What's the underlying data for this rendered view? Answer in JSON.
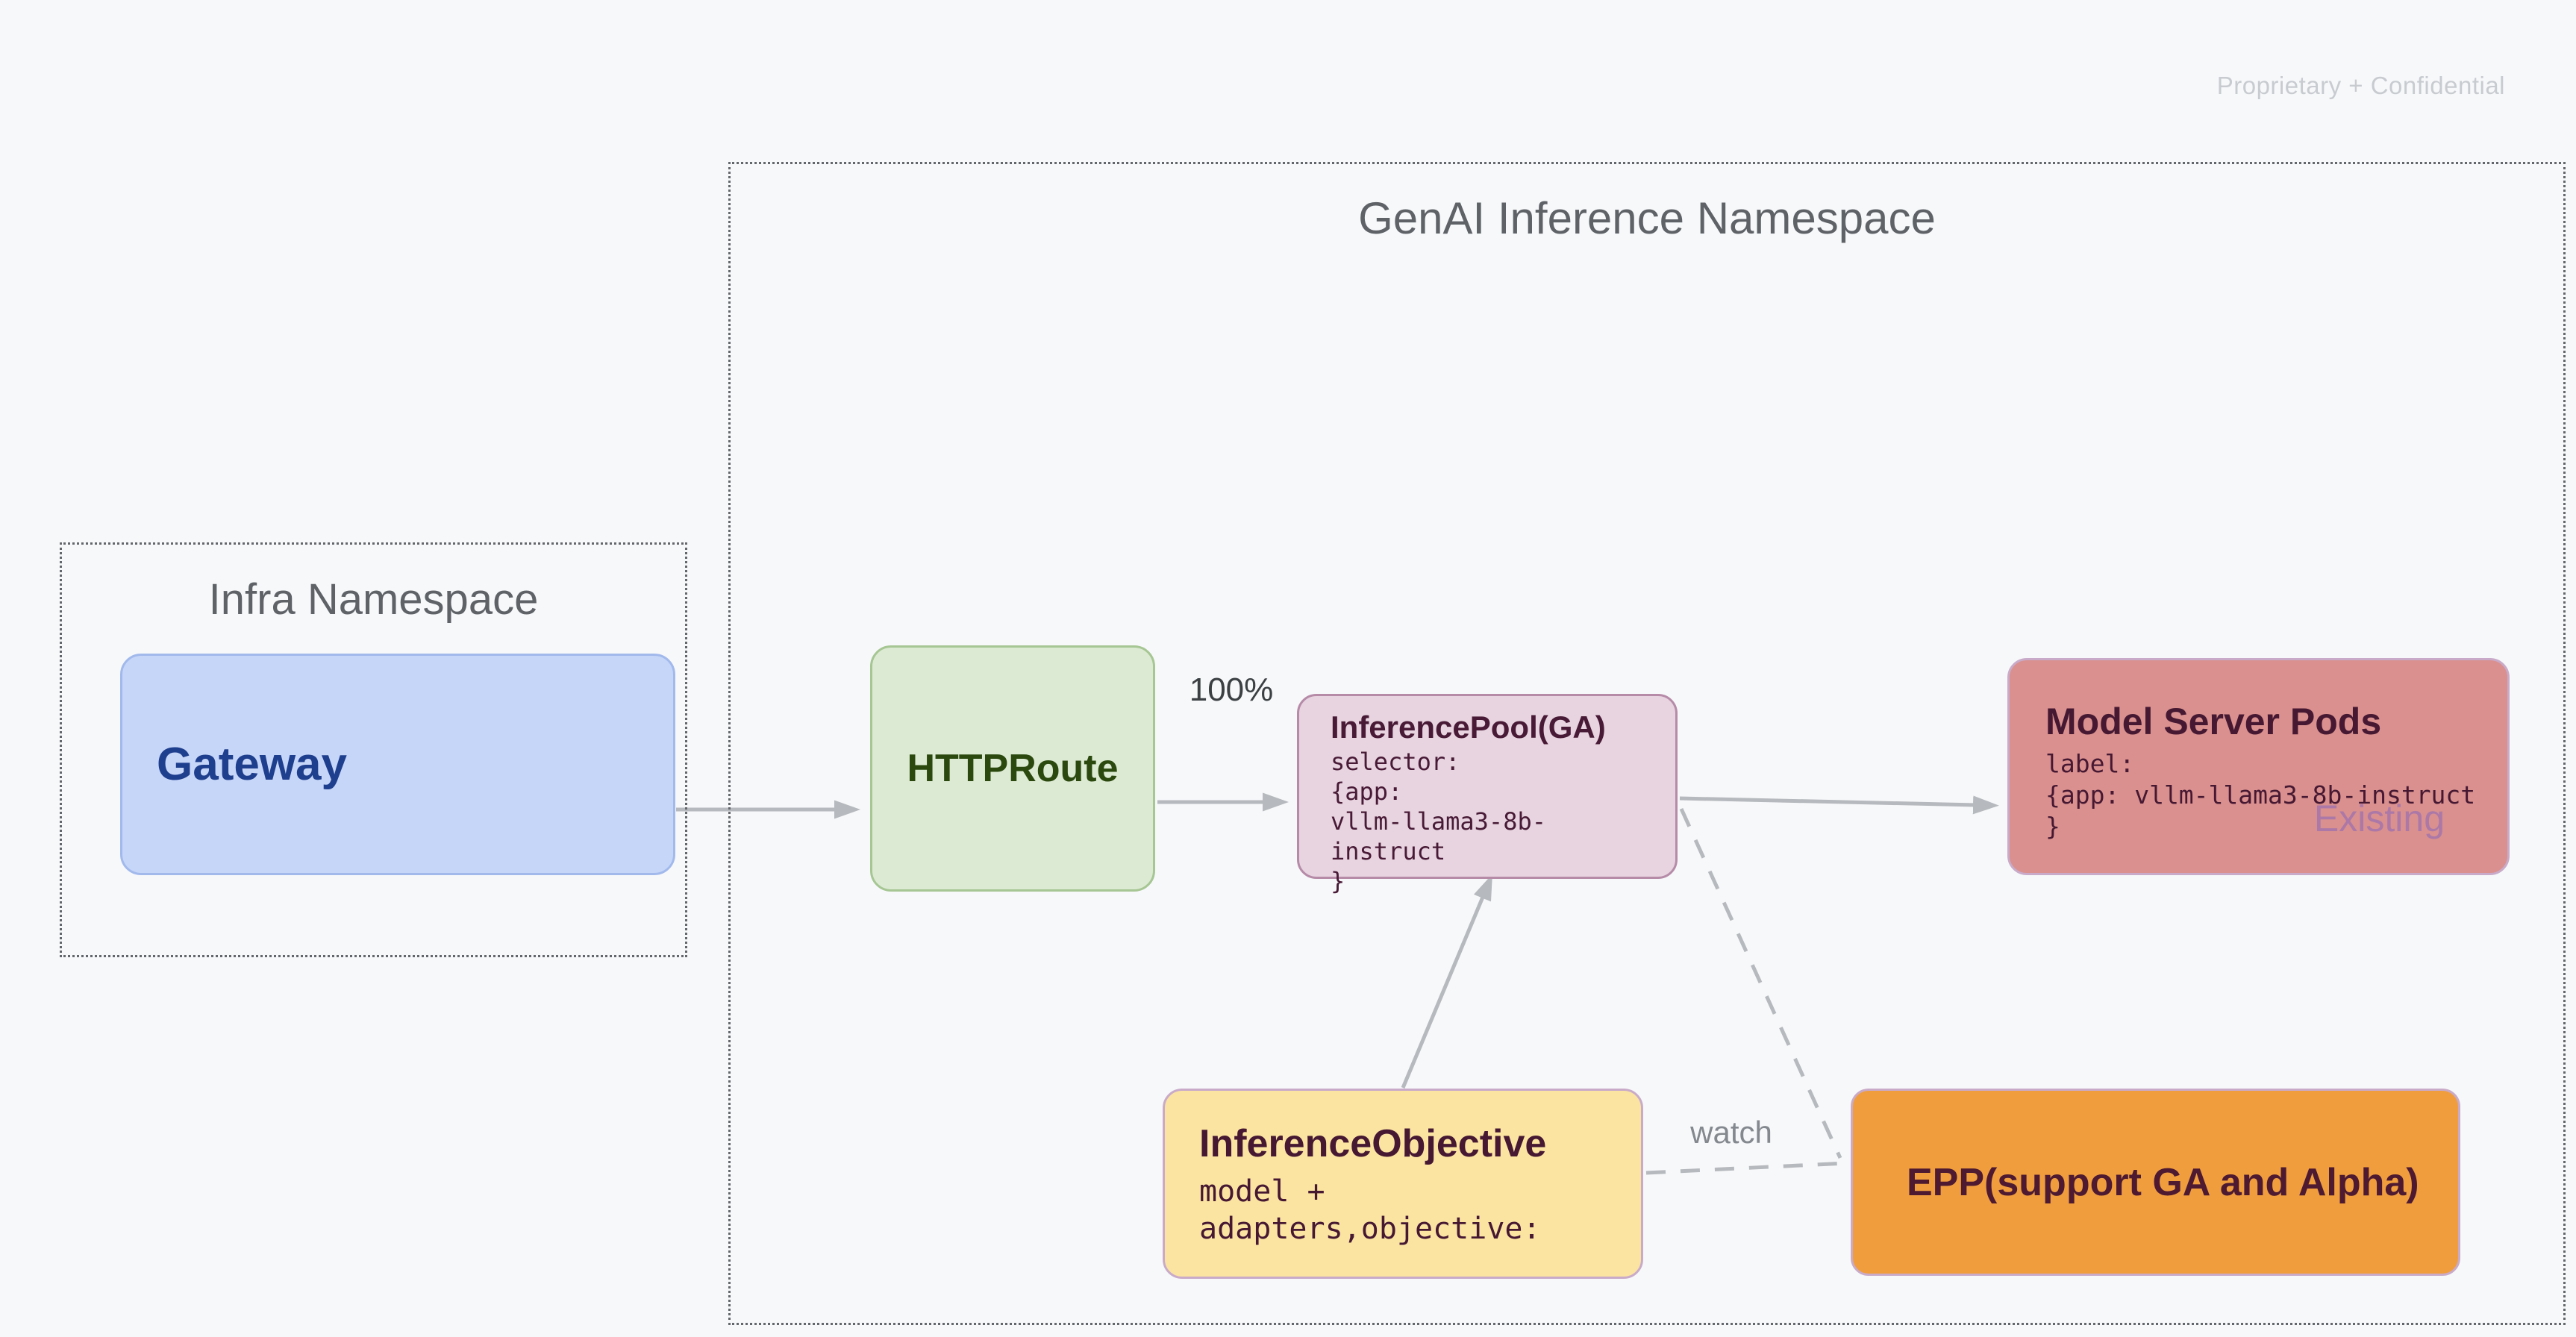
{
  "page": {
    "watermark": "Proprietary + Confidential",
    "background_color": "#f7f8fa",
    "arrow_color": "#b6b9bd",
    "namespace_border_color": "#63666a",
    "namespace_title_color": "#5f6368"
  },
  "namespaces": {
    "genai": {
      "title": "GenAI Inference Namespace"
    },
    "infra": {
      "title": "Infra Namespace"
    }
  },
  "nodes": {
    "gateway": {
      "label": "Gateway",
      "fill": "#c6d6f8",
      "border": "#a2b9ec",
      "text_color": "#1e3e8e"
    },
    "httproute": {
      "label": "HTTPRoute",
      "fill": "#dcead3",
      "border": "#a6c693",
      "text_color": "#2b490f"
    },
    "inference_pool": {
      "title": "InferencePool(GA)",
      "body_lines": [
        "selector:",
        "{app:",
        "vllm-llama3-8b-instruct",
        "}"
      ],
      "fill": "#e7d4e0",
      "border": "#b68ba8",
      "text_color": "#481a35"
    },
    "model_server_pods": {
      "title": "Model Server Pods",
      "body_lines": [
        "label:",
        "{app: vllm-llama3-8b-instruct",
        "}"
      ],
      "tag": "Existing",
      "fill": "#d9908e",
      "border": "#c9abc9",
      "text_color": "#461832",
      "tag_color": "#9c70af"
    },
    "inference_objective": {
      "title": "InferenceObjective",
      "body_lines": [
        "model +",
        "adapters,objective:"
      ],
      "fill": "#fbe4a2",
      "border": "#c9abc9",
      "text_color": "#461832"
    },
    "epp": {
      "label": "EPP(support GA and Alpha)",
      "fill": "#f09d3e",
      "border": "#c9abc9",
      "text_color": "#4d1a31"
    }
  },
  "edges": {
    "weight_label": "100%",
    "watch_label": "watch",
    "connections": [
      "Gateway -> HTTPRoute (solid arrow)",
      "HTTPRoute -> InferencePool(GA) (solid arrow, 100%)",
      "InferencePool(GA) -> Model Server Pods (solid arrow)",
      "InferenceObjective -> InferencePool(GA) (solid arrow)",
      "InferencePool(GA) -- EPP (dashed)",
      "InferenceObjective -- EPP (dashed, watch)"
    ]
  }
}
